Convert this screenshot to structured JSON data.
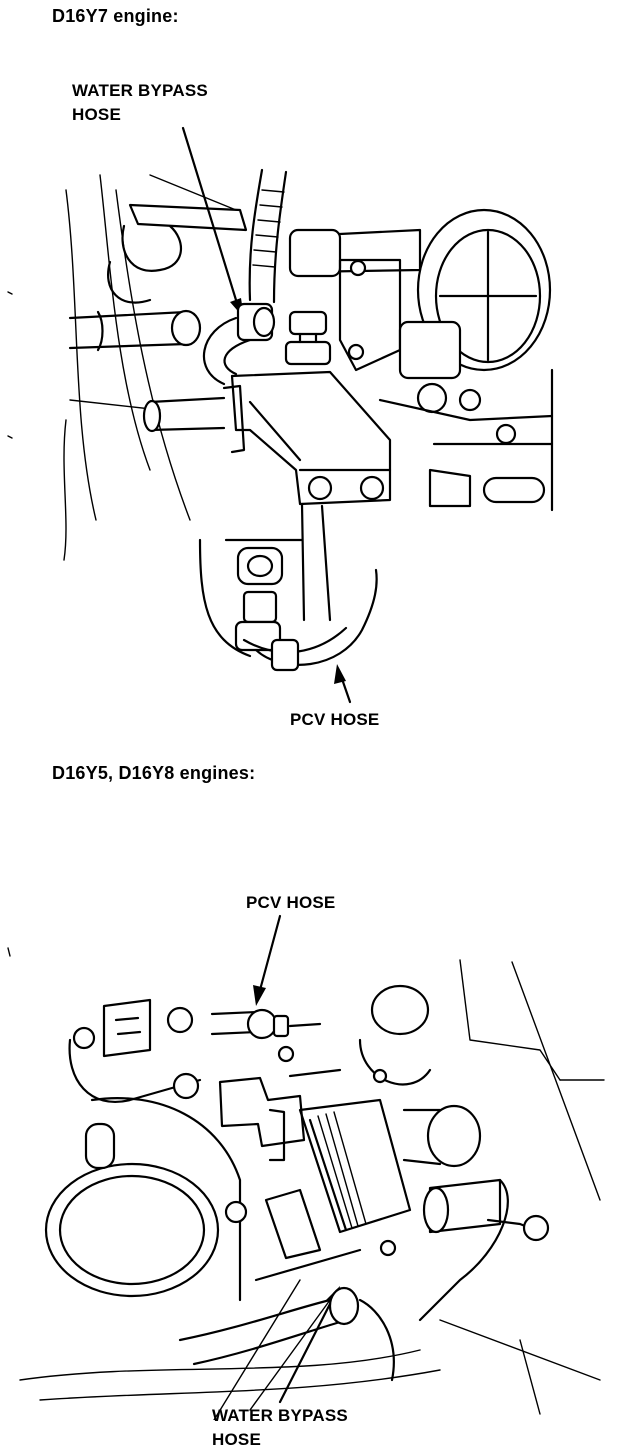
{
  "top": {
    "heading": "D16Y7 engine:",
    "water_bypass": [
      "WATER BYPASS",
      "HOSE"
    ],
    "pcv": "PCV HOSE"
  },
  "bottom": {
    "heading": "D16Y5, D16Y8 engines:",
    "pcv": "PCV HOSE",
    "water_bypass": [
      "WATER BYPASS",
      "HOSE"
    ]
  }
}
